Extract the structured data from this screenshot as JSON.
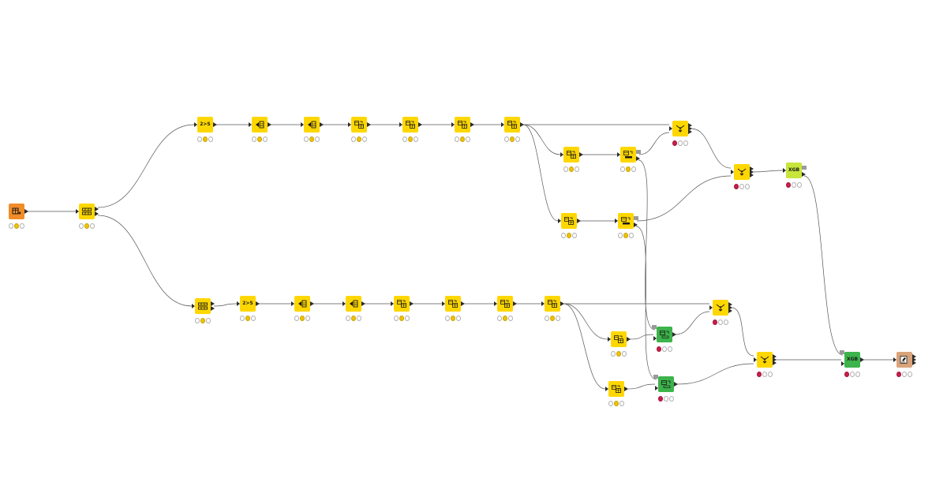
{
  "workflow": {
    "nodes": [
      {
        "id": "reader",
        "color": "#f28c28",
        "icon": "table-reader-icon",
        "status": "yellow"
      },
      {
        "id": "partition-main",
        "color": "#ffd700",
        "icon": "partition-icon",
        "status": "yellow"
      },
      {
        "id": "top-str2num",
        "color": "#ffd700",
        "label": "2>S",
        "status": "yellow"
      },
      {
        "id": "top-proc-1",
        "color": "#ffd700",
        "icon": "column-filter-icon",
        "status": "yellow"
      },
      {
        "id": "top-proc-2",
        "color": "#ffd700",
        "icon": "column-filter-icon",
        "status": "yellow"
      },
      {
        "id": "top-proc-3",
        "color": "#ffd700",
        "icon": "table-transform-icon",
        "status": "yellow"
      },
      {
        "id": "top-proc-4",
        "color": "#ffd700",
        "icon": "table-transform-icon",
        "status": "yellow"
      },
      {
        "id": "top-proc-5",
        "color": "#ffd700",
        "icon": "table-transform-icon",
        "status": "yellow"
      },
      {
        "id": "top-proc-6",
        "color": "#ffd700",
        "icon": "table-transform-icon",
        "status": "yellow"
      },
      {
        "id": "top-branch-a1",
        "color": "#ffd700",
        "icon": "table-transform-icon",
        "status": "yellow"
      },
      {
        "id": "top-branch-a2",
        "color": "#ffd700",
        "icon": "table-model-icon",
        "status": "yellow"
      },
      {
        "id": "top-branch-b1",
        "color": "#ffd700",
        "icon": "table-transform-icon",
        "status": "yellow"
      },
      {
        "id": "top-branch-b2",
        "color": "#ffd700",
        "icon": "table-model-icon",
        "status": "yellow"
      },
      {
        "id": "top-joiner-1",
        "color": "#ffd700",
        "icon": "joiner-icon",
        "status": "red"
      },
      {
        "id": "top-joiner-2",
        "color": "#ffd700",
        "icon": "joiner-icon",
        "status": "red"
      },
      {
        "id": "xgb-learner",
        "color": "#c7e63a",
        "label": "XGB",
        "status": "red"
      },
      {
        "id": "bottom-partition",
        "color": "#ffd700",
        "icon": "partition-icon",
        "status": "yellow"
      },
      {
        "id": "bottom-str2num",
        "color": "#ffd700",
        "label": "2>S",
        "status": "yellow"
      },
      {
        "id": "bottom-proc-1",
        "color": "#ffd700",
        "icon": "column-filter-icon",
        "status": "yellow"
      },
      {
        "id": "bottom-proc-2",
        "color": "#ffd700",
        "icon": "column-filter-icon",
        "status": "yellow"
      },
      {
        "id": "bottom-proc-3",
        "color": "#ffd700",
        "icon": "table-transform-icon",
        "status": "yellow"
      },
      {
        "id": "bottom-proc-4",
        "color": "#ffd700",
        "icon": "table-transform-icon",
        "status": "yellow"
      },
      {
        "id": "bottom-proc-5",
        "color": "#ffd700",
        "icon": "table-transform-icon",
        "status": "yellow"
      },
      {
        "id": "bottom-proc-6",
        "color": "#ffd700",
        "icon": "table-transform-icon",
        "status": "yellow"
      },
      {
        "id": "bottom-branch-a1",
        "color": "#ffd700",
        "icon": "table-transform-icon",
        "status": "yellow"
      },
      {
        "id": "bottom-apply-a",
        "color": "#3cb44b",
        "icon": "model-apply-icon",
        "status": "red"
      },
      {
        "id": "bottom-branch-b1",
        "color": "#ffd700",
        "icon": "table-transform-icon",
        "status": "yellow"
      },
      {
        "id": "bottom-apply-b",
        "color": "#3cb44b",
        "icon": "model-apply-icon",
        "status": "red"
      },
      {
        "id": "bottom-joiner-1",
        "color": "#ffd700",
        "icon": "joiner-icon",
        "status": "red"
      },
      {
        "id": "bottom-joiner-2",
        "color": "#ffd700",
        "icon": "joiner-icon",
        "status": "red"
      },
      {
        "id": "xgb-predictor",
        "color": "#3cb44b",
        "label": "XGB",
        "status": "red"
      },
      {
        "id": "scorer",
        "color": "#d9a37a",
        "icon": "scorer-icon",
        "status": "red"
      }
    ]
  }
}
